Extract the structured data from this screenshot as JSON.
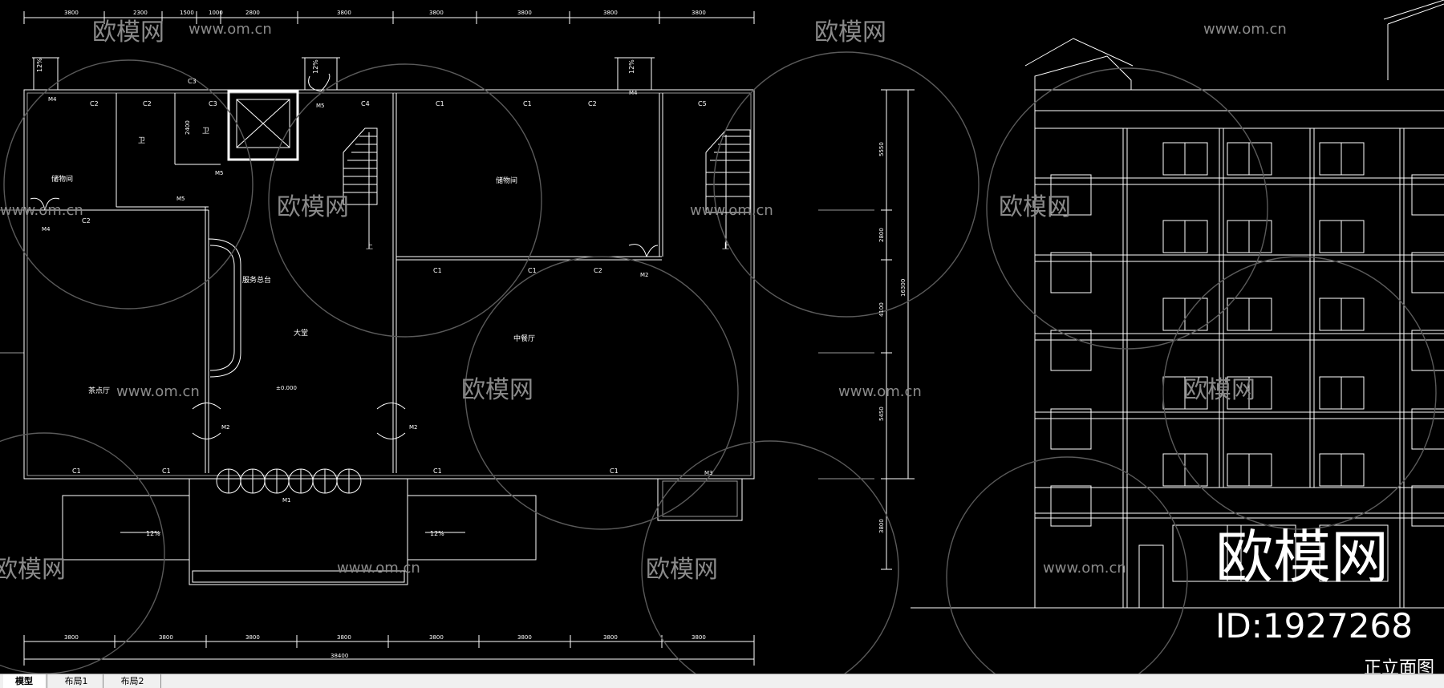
{
  "drawing": {
    "plan_dimensions_top": [
      "3800",
      "2300",
      "1500",
      "1000",
      "2800",
      "3800",
      "3800",
      "3800",
      "3800",
      "3800"
    ],
    "plan_dimensions_bottom": [
      "3800",
      "3800",
      "3800",
      "3800",
      "3800",
      "3800",
      "3800",
      "3800"
    ],
    "total_width": "38400",
    "vertical_dimensions": [
      "5550",
      "2800",
      "4100",
      "5450",
      "3800"
    ],
    "total_height": "16300",
    "small_dimension": "2400",
    "window_tags": {
      "c1": "C1",
      "c2": "C2",
      "c3": "C3",
      "c4": "C4",
      "c5": "C5"
    },
    "door_tags": {
      "m1": "M1",
      "m2": "M2",
      "m3": "M3",
      "m4": "M4",
      "m5": "M5"
    },
    "slope_label": "12%",
    "stair_up": "上",
    "rooms": {
      "store_left": "储物间",
      "store_center": "储物间",
      "service_desk": "服务总台",
      "lobby": "大堂",
      "snack_hall": "茶点厅",
      "restaurant": "中餐厅",
      "elevation_label": "±0.000",
      "toilet_label": "卫"
    },
    "elevation_title": "正立面图"
  },
  "watermark": {
    "logo_text": "欧模网",
    "url": "www.om.cn",
    "big_text": "欧模网",
    "id_text": "ID:1927268"
  },
  "tabs": {
    "model": "模型",
    "layout1": "布局1",
    "layout2": "布局2"
  },
  "colors": {
    "background": "#000000",
    "line": "#ffffff",
    "watermark": "#7a7a7a",
    "tabbar": "#f0f0f0"
  }
}
